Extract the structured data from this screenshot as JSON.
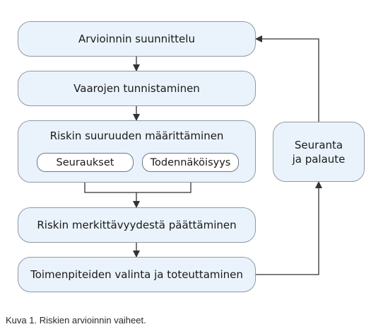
{
  "steps": {
    "planning": "Arvioinnin suunnittelu",
    "hazard_identification": "Vaarojen tunnistaminen",
    "risk_size": "Riskin suuruuden määrittäminen",
    "consequences": "Seuraukset",
    "probability": "Todennäköisyys",
    "significance": "Riskin merkittävyydestä päättäminen",
    "measures": "Toimenpiteiden valinta ja toteuttaminen"
  },
  "feedback": {
    "line1": "Seuranta",
    "line2": "ja palaute"
  },
  "caption": "Kuva 1. Riskien arvioinnin vaiheet.",
  "colors": {
    "box_fill": "#eaf3fb",
    "box_border": "#8e9aa5",
    "arrow": "#333333"
  }
}
